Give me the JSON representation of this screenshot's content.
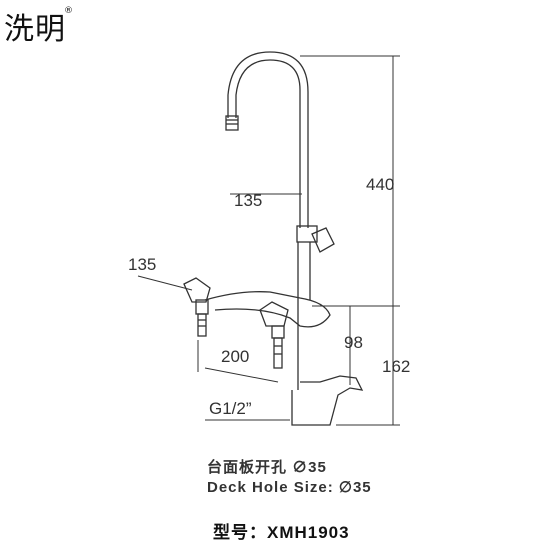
{
  "brand": {
    "name": "洗明",
    "mark": "®"
  },
  "dimensions": {
    "spout_height": "440",
    "spout_reach": "135",
    "side_reach": "135",
    "center_distance": "200",
    "lower_height": "98",
    "base_height": "162",
    "thread": "G1/2”"
  },
  "caption": {
    "cn": "台面板开孔 ∅35",
    "en": "Deck Hole Size: ∅35"
  },
  "model": "型号：XMH1903",
  "colors": {
    "line": "#333333",
    "body": "#ffffff"
  }
}
